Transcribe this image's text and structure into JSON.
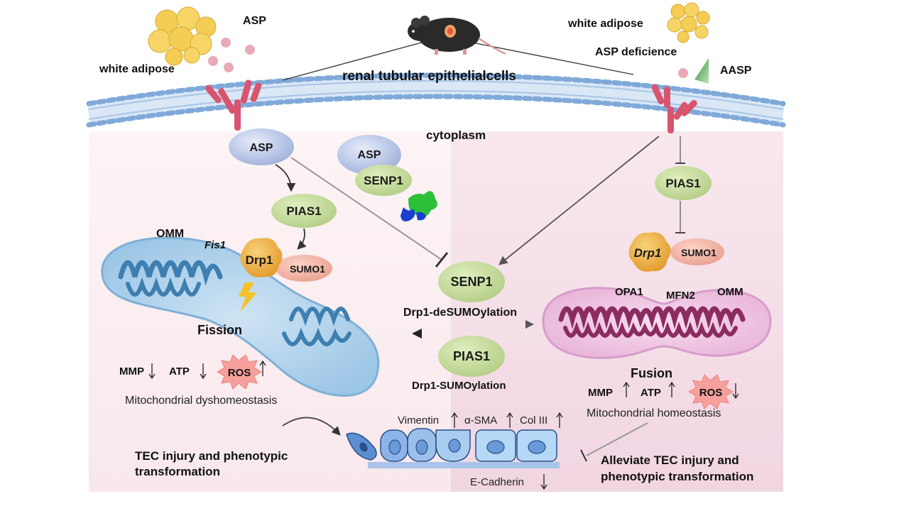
{
  "labels": {
    "asp_top": "ASP",
    "white_adipose_left": "white adipose",
    "white_adipose_right": "white adipose",
    "asp_deficience": "ASP deficience",
    "aasp": "AASP",
    "renal_cells": "renal tubular epithelialcells",
    "cytoplasm": "cytoplasm",
    "asp_receptor": "ASP",
    "asp_complex": "ASP",
    "senp1_complex": "SENP1",
    "pias1_left": "PIAS1",
    "pias1_right": "PIAS1",
    "omm_left": "OMM",
    "fis1": "Fis1",
    "drp1_left": "Drp1",
    "sumo1_left": "SUMO1",
    "drp1_right": "Drp1",
    "sumo1_right": "SUMO1",
    "fission": "Fission",
    "senp1_center": "SENP1",
    "drp1_desumo": "Drp1-deSUMOylation",
    "pias1_center": "PIAS1",
    "drp1_sumo": "Drp1-SUMOylation",
    "opa1": "OPA1",
    "mfn2": "MFN2",
    "omm_right": "OMM",
    "fusion": "Fusion",
    "mmp_left": "MMP",
    "atp_left": "ATP",
    "ros_left": "ROS",
    "mito_dys": "Mitochondrial dyshomeostasis",
    "mmp_right": "MMP",
    "atp_right": "ATP",
    "ros_right": "ROS",
    "mito_homeo": "Mitochondrial homeostasis",
    "vimentin": "Vimentin",
    "asma": "α-SMA",
    "col3": "Col III",
    "ecadherin": "E-Cadherin",
    "tec_injury_l1": "TEC injury and phenotypic",
    "tec_injury_l2": "transformation",
    "alleviate_l1": "Alleviate TEC injury and",
    "alleviate_l2": "phenotypic transformation"
  },
  "icons": {
    "mouse": "mouse-icon",
    "adipose": "adipocyte-cluster-icon",
    "protein": "protein-structure-icon",
    "ros": "ros-burst-icon",
    "lightning": "lightning-icon"
  },
  "colors": {
    "pias1_fill": "#c9dca0",
    "sumo1_fill": "#f2b4a4",
    "drp1_fill": "#f0b246",
    "asp_fill": "#b8c6e6",
    "membrane": "#8fb8e4",
    "receptor": "#d9546e",
    "left_bg": "#fbeef0",
    "right_bg": "#f4dde6",
    "ros_fill": "#f5a09c"
  }
}
